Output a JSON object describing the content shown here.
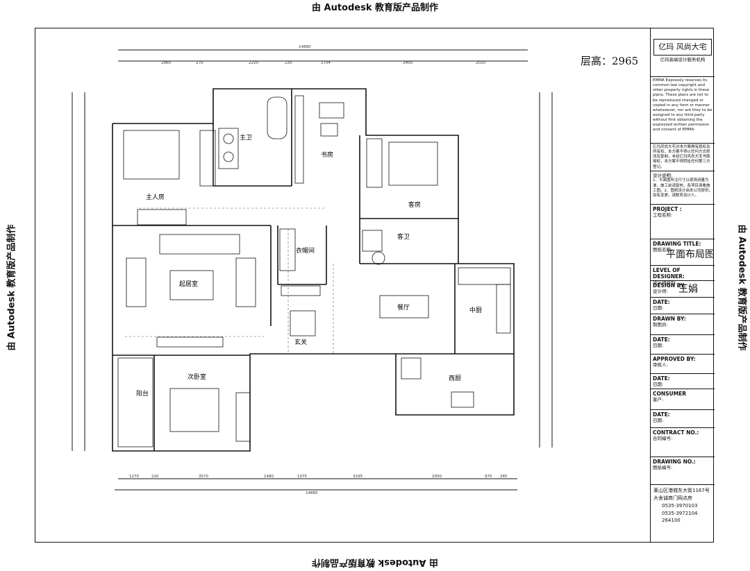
{
  "watermark": "由 Autodesk 教育版产品制作",
  "floor_height": "层高：2965",
  "rooms": {
    "master_bedroom": "主人房",
    "master_bath": "主卫",
    "study": "书房",
    "guest_room": "客房",
    "guest_bath": "客卫",
    "cloakroom": "衣帽间",
    "living_room": "起居室",
    "dining": "餐厅",
    "chinese_kitchen": "中厨",
    "foyer": "玄关",
    "second_bedroom": "次卧室",
    "balcony": "阳台",
    "western_kitchen": "西厨"
  },
  "dimensions": {
    "top_total": "14880",
    "top_segments": [
      "2960",
      "270",
      "2220",
      "220",
      "2704",
      "2400",
      "2020"
    ],
    "bottom_total": "14885",
    "bottom_segments": [
      "1270",
      "220",
      "3570",
      "1480",
      "1075",
      "3295",
      "2000",
      "970",
      "285"
    ]
  },
  "title_block": {
    "logo": "亿玛 风尚大宅",
    "logo_sub": "亿玛高端设计服务机构",
    "copyright_en": "EMMA Expressly reserves its common law copyright and other property rights in these plans. These plans are not to be reproduced changed or copied in any form or manner whatsoever, nor are they to be assigned to any third party without first obtaining the expressed written permission and consent of EMMA",
    "copyright_cn": "亿玛风尚大宅对本方案拥有版权及所有权，本方案不得以任何方式修改及复制，未经亿玛风尚大宅书面授权，本方案不得转给任何第三方登记。",
    "notes_title": "设计说明:",
    "notes": "1、平面图所注尺寸以现场测量为准，施工前请复核，各项目请看施工图。2、图纸设计由本公司提供，如有变更，请联系设计人。",
    "project_en": "PROJECT :",
    "project_cn": "工程名称:",
    "drawing_title_en": "DRAWING TITLE:",
    "drawing_title_cn": "图纸名称:",
    "drawing_title_value": "平面布局图",
    "level_en": "LEVEL OF DESIGNER:",
    "level_cn": "设计师级别:",
    "design_by_en": "DESIGN BY:",
    "design_by_cn": "设计师:",
    "designer": "王娟",
    "date_en": "DATE:",
    "date_cn": "日期:",
    "drawn_by_en": "DRAWN BY:",
    "drawn_by_cn": "制图员:",
    "approved_en": "APPROVED BY:",
    "approved_cn": "审核人:",
    "consumer_en": "CONSUMER",
    "consumer_cn": "客户:",
    "contract_en": "CONTRACT NO.:",
    "contract_cn": "合同编号:",
    "drawing_no_en": "DRAWING NO.:",
    "drawing_no_cn": "图纸编号:",
    "address_1": "莱山区港城东大街1167号",
    "address_2": "大舍诚商门网点房",
    "phone_1": "0535-3970103",
    "phone_2": "0535-3972104",
    "postcode": "264100"
  }
}
